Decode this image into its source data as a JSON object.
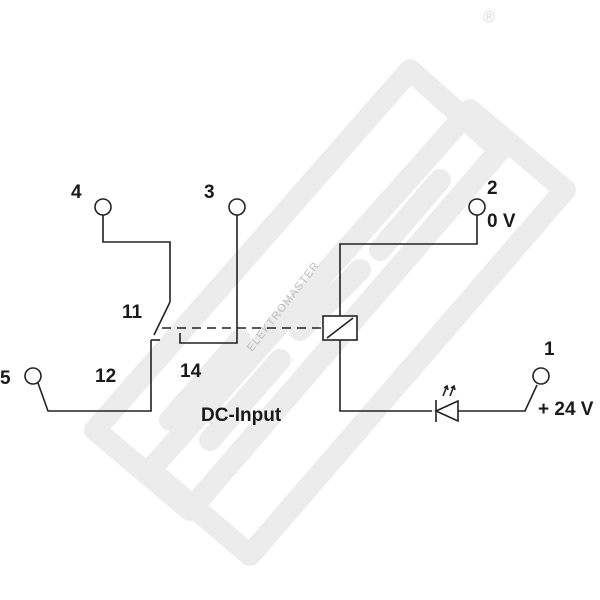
{
  "terminals": {
    "t1": "1",
    "t2": "2",
    "t3": "3",
    "t4": "4",
    "t5": "5"
  },
  "contacts": {
    "c11": "11",
    "c12": "12",
    "c14": "14"
  },
  "supply": {
    "zero_volt": "0 V",
    "plus_24v": "+ 24 V"
  },
  "input_label": "DC-Input",
  "watermark": {
    "text": "ELEKTROMASTER",
    "registered": "®"
  },
  "colors": {
    "line": "#222222",
    "watermark": "#ececec"
  }
}
